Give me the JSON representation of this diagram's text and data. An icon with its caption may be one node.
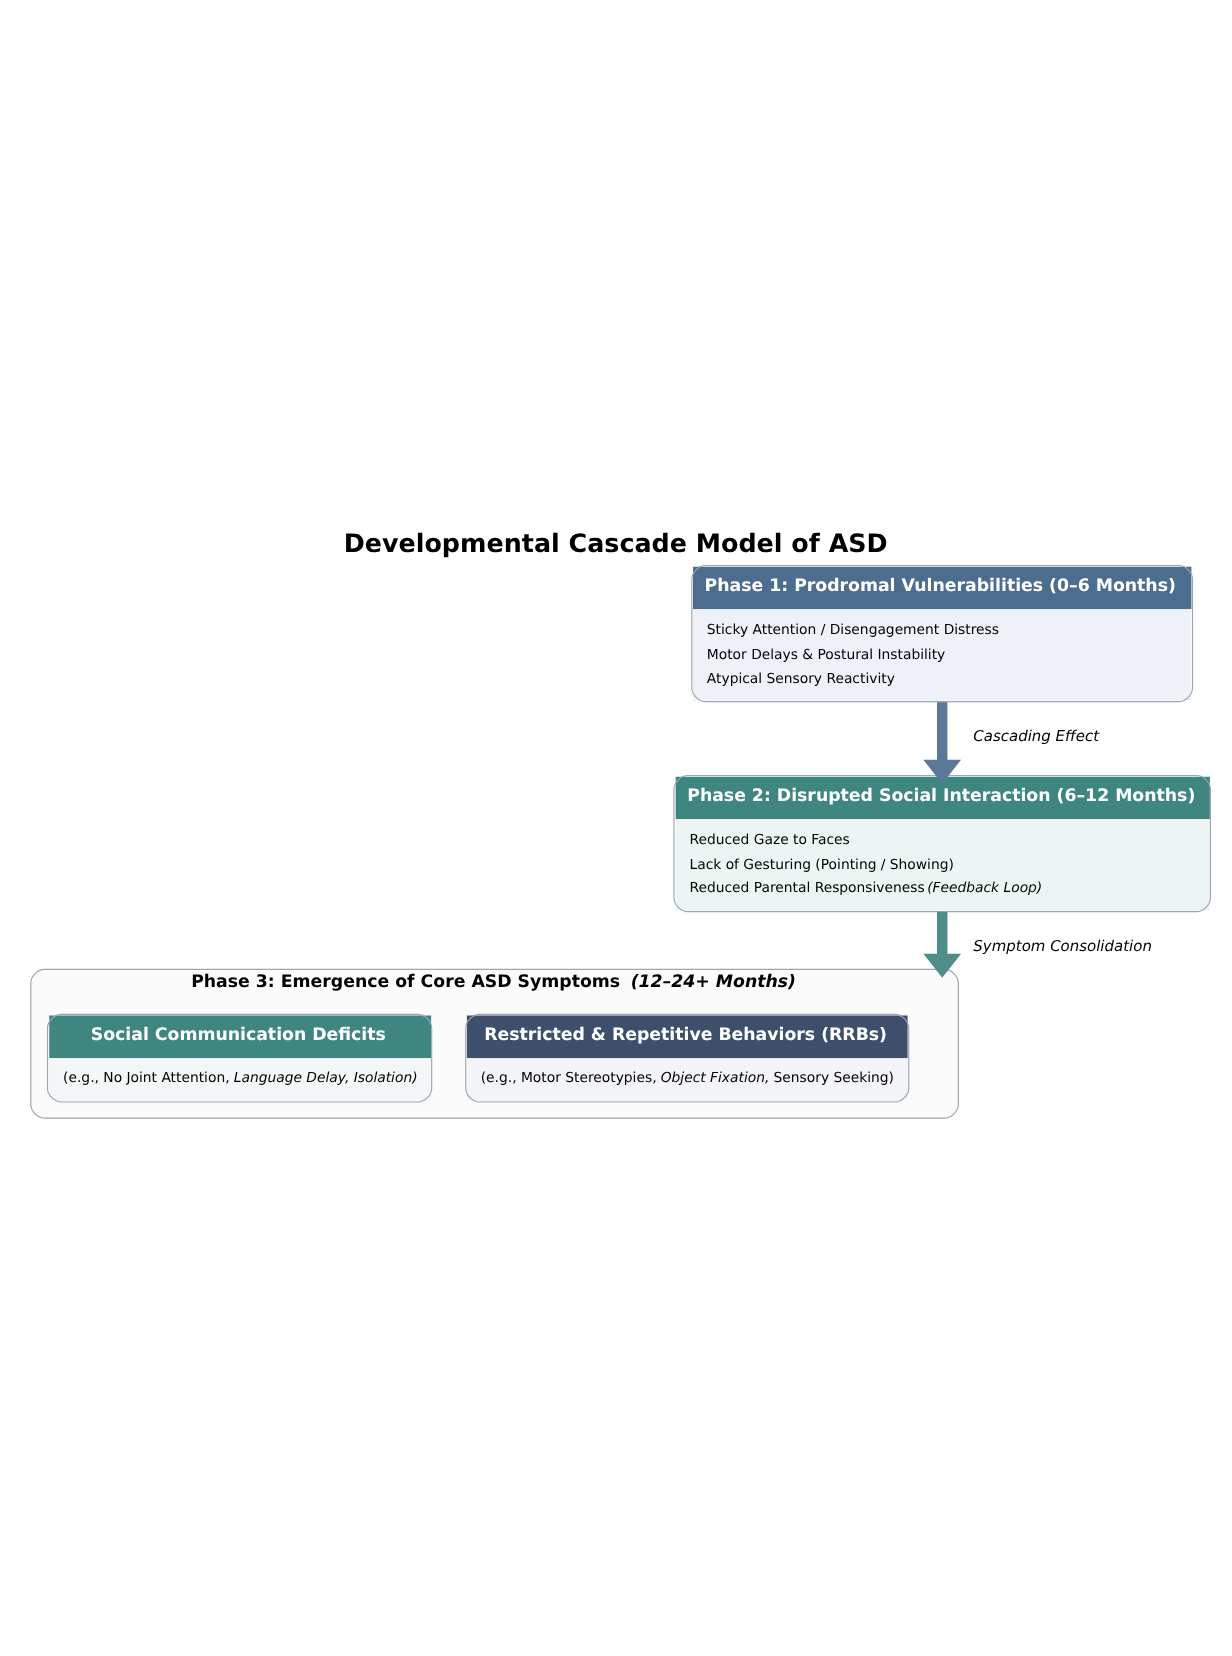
{
  "diagram": {
    "title": "Developmental Cascade Model of ASD",
    "nodes": [
      {
        "text": [
          "Phase 1: Prodromal Vulnerabilities (0–6 Months)",
          "Sticky Attention / Disengagement Distress",
          "Motor Delays & Postural Instability",
          "Atypical Sensory Reactivity"
        ]
      },
      {
        "text": [
          "Phase 2: Disrupted Social Interaction (6–12 Months)",
          "Reduced Gaze to Faces",
          "Lack of Gesturing (Pointing / Showing)",
          "Reduced Parental Responsiveness *(Feedback Loop)*"
        ]
      },
      {
        "text": [
          "Phase 3: Emergence of Core ASD Symptoms *(12–24+ Months)*"
        ]
      },
      {
        "text": [
          "Social Communication Deficits",
          "(e.g., No Joint Attention, *Language Delay, Isolation)*"
        ],
        "in": 2
      },
      {
        "text": [
          "Restricted & Repetitive Behaviors (RRBs)",
          "(e.g., Motor Stereotypies, *Object Fixation,* Sensory Seeking)"
        ],
        "in": 2
      }
    ],
    "edges": [
      {
        "from": 0,
        "to": 1,
        "arrow": "to",
        "label": "*Cascading Effect*",
        "color": "#5b7897"
      },
      {
        "from": 1,
        "to": 2,
        "arrow": "to",
        "label": "*Symptom Consolidation*",
        "color": "#4f8d8a"
      }
    ]
  }
}
